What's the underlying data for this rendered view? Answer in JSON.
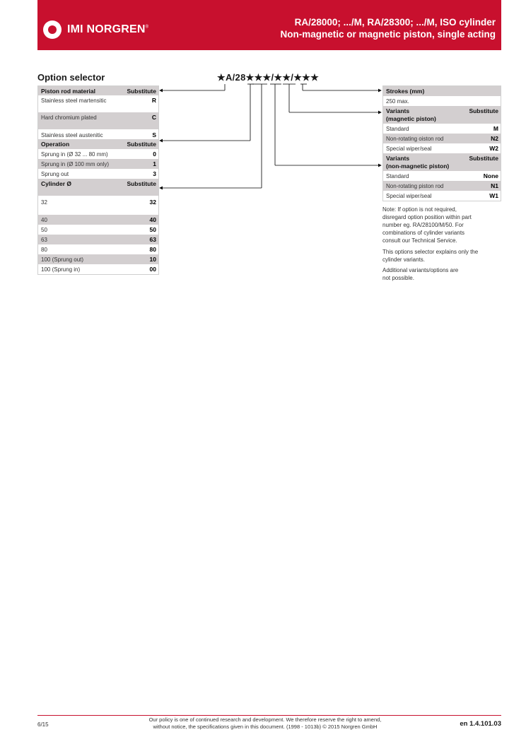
{
  "header": {
    "brand": "IMI NORGREN",
    "brand_mark": "®",
    "title_line1": "RA/28000; .../M, RA/28300; .../M, ISO cylinder",
    "title_line2": "Non-magnetic or magnetic piston, single acting"
  },
  "section_title": "Option selector",
  "order_code": "★A/28★★★/★★/★★★",
  "left_table": {
    "piston_rod": {
      "header": "Piston rod material",
      "header_sub": "Substitute",
      "rows": [
        {
          "label": "Stainless steel martensitic",
          "value": "R"
        },
        {
          "label": "Hard chromium plated",
          "value": "C"
        },
        {
          "label": "Stainless steel austenitic",
          "value": "S"
        }
      ]
    },
    "operation": {
      "header": "Operation",
      "header_sub": "Substitute",
      "rows": [
        {
          "label": "Sprung in (Ø 32 ... 80 mm)",
          "value": "0"
        },
        {
          "label": "Sprung in (Ø 100 mm only)",
          "value": "1"
        },
        {
          "label": "Sprung out",
          "value": "3"
        }
      ]
    },
    "cylinder": {
      "header": "Cylinder Ø",
      "header_sub": "Substitute",
      "rows": [
        {
          "label": "32",
          "value": "32"
        },
        {
          "label": "40",
          "value": "40"
        },
        {
          "label": "50",
          "value": "50"
        },
        {
          "label": "63",
          "value": "63"
        },
        {
          "label": "80",
          "value": "80"
        },
        {
          "label": "100 (Sprung out)",
          "value": "10"
        },
        {
          "label": "100 (Sprung in)",
          "value": "00"
        }
      ]
    }
  },
  "right_table": {
    "strokes": {
      "header": "Strokes (mm)",
      "rows": [
        {
          "label": "250 max."
        }
      ]
    },
    "variants_mag": {
      "header1": "Variants",
      "header2": "(magnetic piston)",
      "header_sub": "Substitute",
      "rows": [
        {
          "label": "Standard",
          "value": "M"
        },
        {
          "label": "Non-rotating oiston rod",
          "value": "N2"
        },
        {
          "label": "Special wiper/seal",
          "value": "W2"
        }
      ]
    },
    "variants_nonmag": {
      "header1": "Variants",
      "header2": "(non-magnetic piston)",
      "header_sub": "Substitute",
      "rows": [
        {
          "label": "Standard",
          "value": "None"
        },
        {
          "label": "Non-rotating piston rod",
          "value": "N1"
        },
        {
          "label": "Special wiper/seal",
          "value": "W1"
        }
      ]
    }
  },
  "notes": [
    [
      "Note: If option is not required,",
      "disregard option position within part",
      "number eg. RA/28100/M/50. For",
      "combinations of cylinder variants",
      "consult our Technical Service."
    ],
    [
      "This options selector explains only the",
      "cylinder variants."
    ],
    [
      "Additional variants/options are",
      "not possible."
    ]
  ],
  "footer": {
    "page": "6/15",
    "policy1": "Our policy is one of continued research and development. We therefore reserve the right to amend,",
    "policy2": "without notice, the specifications given in this document. (1998 - 1013b) © 2015 Norgren GmbH",
    "doc_number": "en 1.4.101.03"
  }
}
